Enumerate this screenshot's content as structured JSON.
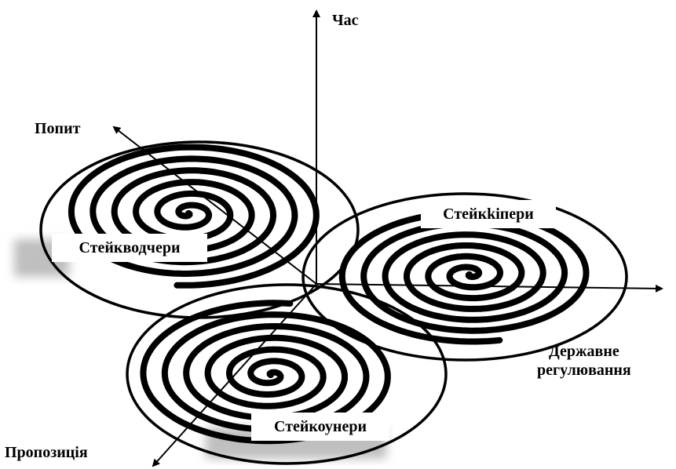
{
  "axes": {
    "time": "Час",
    "demand": "Попит",
    "regulation_line1": "Державне",
    "regulation_line2": "регулювання",
    "proposition": "Пропозиція"
  },
  "groups": {
    "watchers": "Стейкводчери",
    "keepers": "Стейкkіпери",
    "owners": "Стейкоунери"
  },
  "colors": {
    "ink": "#000000",
    "background": "#ffffff",
    "shadow": "#9a9a9a"
  }
}
